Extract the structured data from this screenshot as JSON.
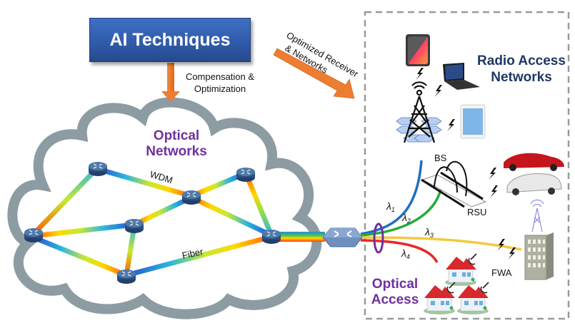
{
  "title_box": {
    "label": "AI Techniques",
    "color": "#2f5aa8"
  },
  "arrows": {
    "down": {
      "label_line1": "Compensation &",
      "label_line2": "Optimization",
      "color": "#ed7d31"
    },
    "diagonal": {
      "label_line1": "Optimized Receiver",
      "label_line2": "& Networks",
      "color": "#ed7d31"
    }
  },
  "optical_networks": {
    "title_line1": "Optical",
    "title_line2": "Networks",
    "link_labels": {
      "wdm": "WDM",
      "fiber": "Fiber"
    },
    "router_count": 7,
    "cloud_color": "#8c9ca2"
  },
  "radio_access": {
    "title_line1": "Radio Access",
    "title_line2": "Networks",
    "devices": [
      "smartphone",
      "laptop",
      "tablet"
    ],
    "bs_label": "BS"
  },
  "optical_access": {
    "title_line1": "Optical",
    "title_line2": "Access",
    "wavelengths": [
      {
        "label": "λ",
        "sub": "1",
        "color": "#1f6fc4",
        "target": "BS"
      },
      {
        "label": "λ",
        "sub": "2",
        "color": "#2aaa3a",
        "target": "RSU"
      },
      {
        "label": "λ",
        "sub": "3",
        "color": "#f5c842",
        "target": "FWA"
      },
      {
        "label": "λ",
        "sub": "4",
        "color": "#e8262a",
        "target": "homes"
      }
    ],
    "rsu_label": "RSU",
    "fwa_label": "FWA"
  }
}
